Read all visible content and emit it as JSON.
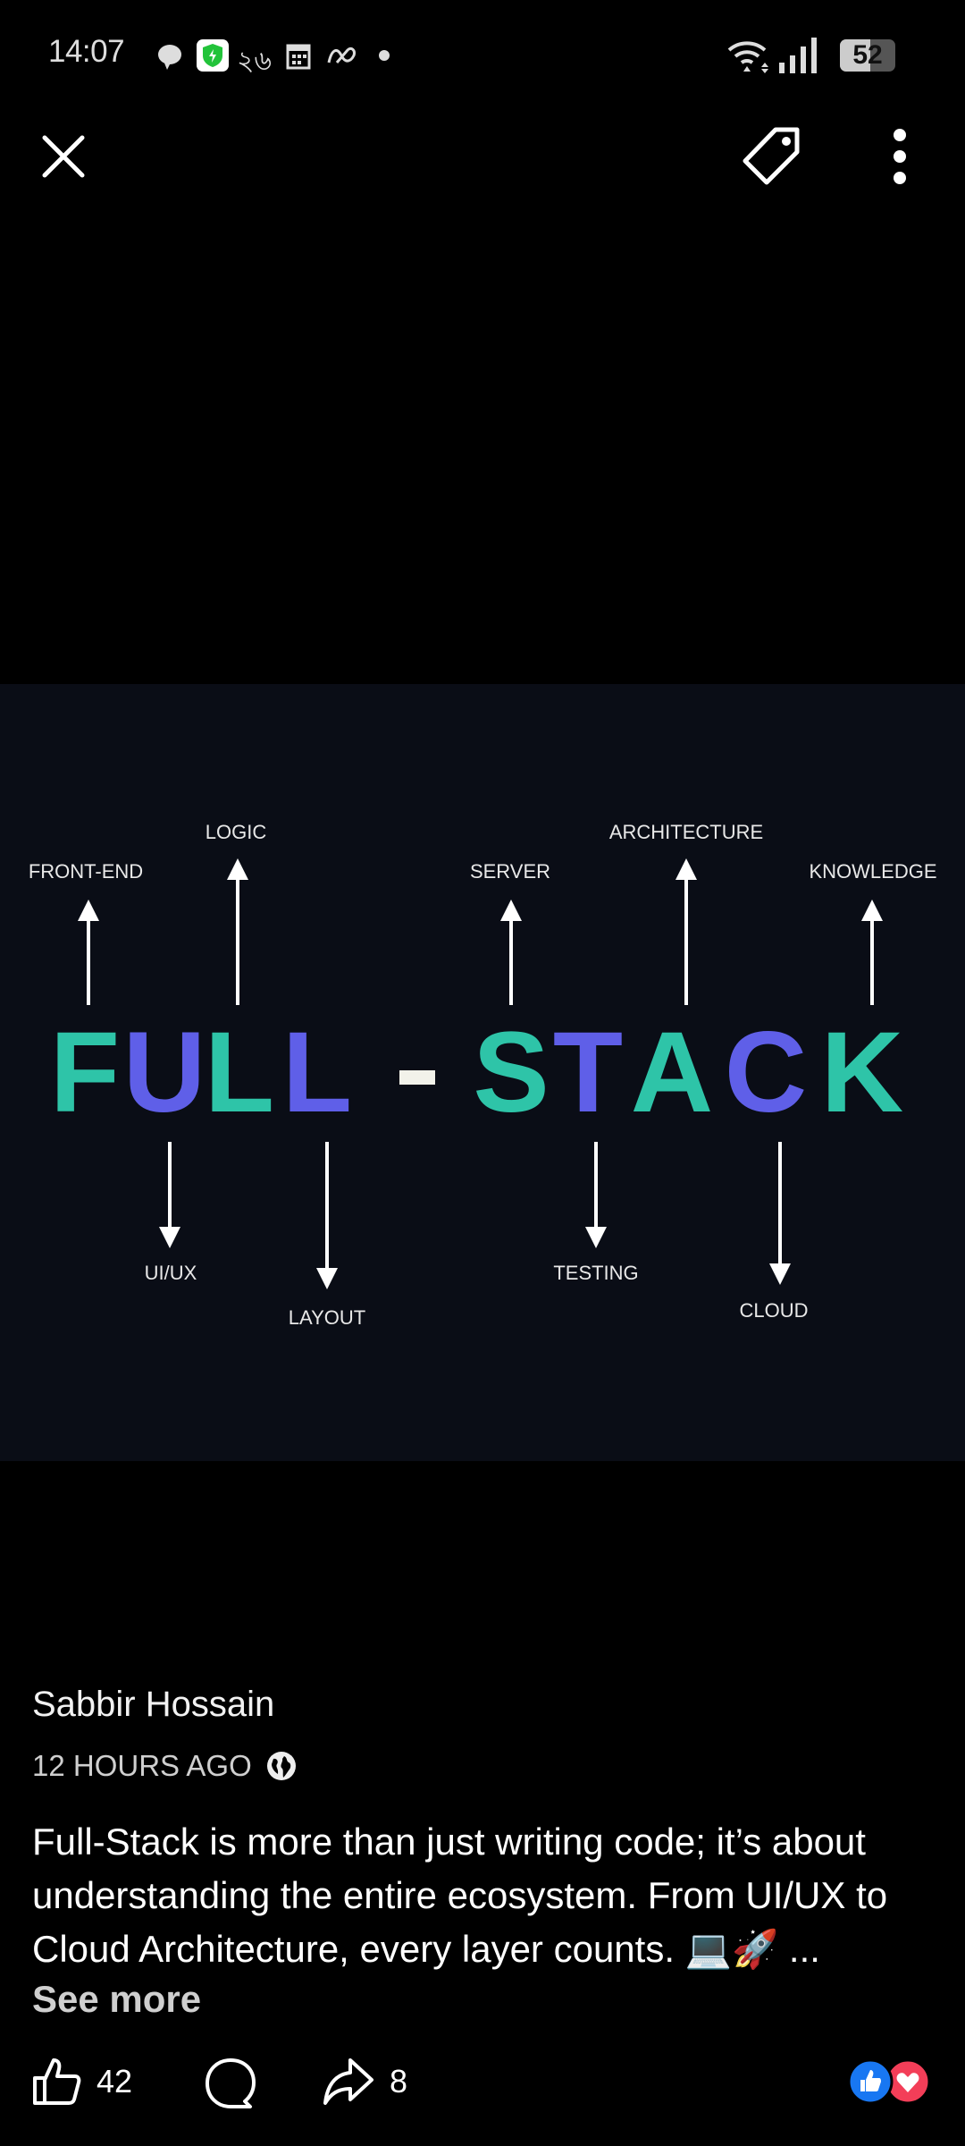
{
  "status_bar": {
    "time": "14:07",
    "notification_text": "২৬",
    "battery": "52"
  },
  "post_image": {
    "title_letters": [
      {
        "char": "F",
        "color": "#2ec4a8"
      },
      {
        "char": "U",
        "color": "#5f5fe8"
      },
      {
        "char": "L",
        "color": "#2ec4a8"
      },
      {
        "char": "L",
        "color": "#5f5fe8"
      },
      {
        "char": "-",
        "color": "#f2f2ea"
      },
      {
        "char": "S",
        "color": "#2ec4a8"
      },
      {
        "char": "T",
        "color": "#5f5fe8"
      },
      {
        "char": "A",
        "color": "#2ec4a8"
      },
      {
        "char": "C",
        "color": "#5f5fe8"
      },
      {
        "char": "K",
        "color": "#2ec4a8"
      }
    ],
    "labels": {
      "front_end": "FRONT-END",
      "logic": "LOGIC",
      "server": "SERVER",
      "architecture": "ARCHITECTURE",
      "knowledge": "KNOWLEDGE",
      "ui_ux": "UI/UX",
      "layout": "LAYOUT",
      "testing": "TESTING",
      "cloud": "CLOUD"
    }
  },
  "post": {
    "author": "Sabbir Hossain",
    "time": "12 HOURS AGO",
    "caption": "Full-Stack is more than just writing code; it’s about understanding the entire ecosystem. From UI/UX to Cloud Architecture, every layer counts. 💻🚀 ...",
    "see_more": "See more"
  },
  "actions": {
    "likes": "42",
    "shares": "8"
  },
  "colors": {
    "like_blue": "#1877f2",
    "love_red": "#f33e58"
  }
}
